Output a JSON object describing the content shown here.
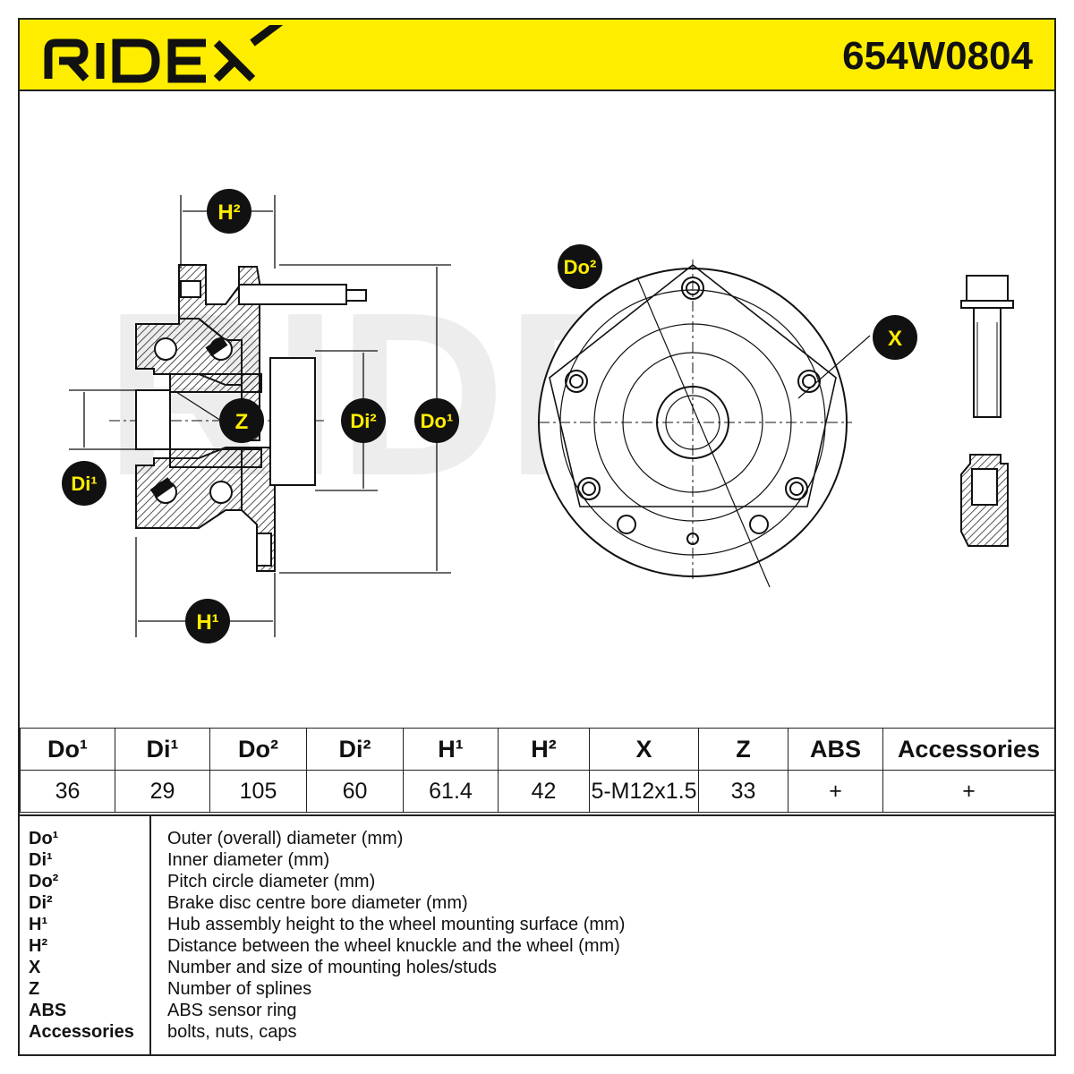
{
  "header": {
    "brand": "RIDEX",
    "part_number": "654W0804",
    "brand_color": "#ffed00"
  },
  "drawing": {
    "labels": {
      "h2": "H²",
      "h1": "H¹",
      "z": "Z",
      "di2": "Di²",
      "do1": "Do¹",
      "di1": "Di¹",
      "do2": "Do²",
      "x": "X"
    },
    "watermark": "RIDEX"
  },
  "table": {
    "headers": [
      "Do¹",
      "Di¹",
      "Do²",
      "Di²",
      "H¹",
      "H²",
      "X",
      "Z",
      "ABS",
      "Accessories"
    ],
    "values": [
      "36",
      "29",
      "105",
      "60",
      "61.4",
      "42",
      "5-M12x1.5",
      "33",
      "+",
      "+"
    ]
  },
  "legend": [
    {
      "key": "Do¹",
      "desc": "Outer (overall) diameter (mm)"
    },
    {
      "key": "Di¹",
      "desc": "Inner diameter (mm)"
    },
    {
      "key": "Do²",
      "desc": "Pitch circle diameter (mm)"
    },
    {
      "key": "Di²",
      "desc": "Brake disc centre bore diameter (mm)"
    },
    {
      "key": "H¹",
      "desc": "Hub assembly height to the wheel mounting surface (mm)"
    },
    {
      "key": "H²",
      "desc": "Distance between the wheel knuckle and the wheel (mm)"
    },
    {
      "key": "X",
      "desc": "Number and size of mounting holes/studs"
    },
    {
      "key": "Z",
      "desc": "Number of splines"
    },
    {
      "key": "ABS",
      "desc": "ABS sensor ring"
    },
    {
      "key": "Accessories",
      "desc": "bolts, nuts, caps"
    }
  ]
}
